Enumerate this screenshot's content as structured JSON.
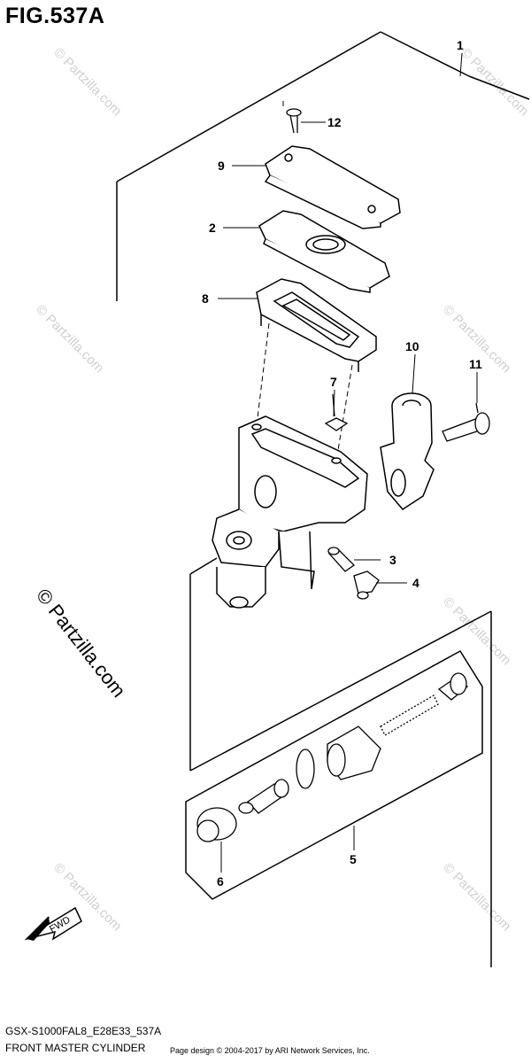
{
  "figure": {
    "title": "FIG.537A",
    "diagram_code": "GSX-S1000FAL8_E28E33_537A",
    "diagram_name": "FRONT MASTER CYLINDER",
    "copyright": "Page design © 2004-2017 by ARI Network Services, Inc."
  },
  "watermark": {
    "text": "© Partzilla.com",
    "main_text": "© Partzilla.com"
  },
  "fwd_label": "FWD",
  "callouts": [
    {
      "id": "1",
      "label": "1"
    },
    {
      "id": "12",
      "label": "12"
    },
    {
      "id": "9",
      "label": "9"
    },
    {
      "id": "2",
      "label": "2"
    },
    {
      "id": "8",
      "label": "8"
    },
    {
      "id": "10",
      "label": "10"
    },
    {
      "id": "11",
      "label": "11"
    },
    {
      "id": "7",
      "label": "7"
    },
    {
      "id": "3",
      "label": "3"
    },
    {
      "id": "4",
      "label": "4"
    },
    {
      "id": "5",
      "label": "5"
    },
    {
      "id": "6",
      "label": "6"
    }
  ],
  "colors": {
    "line": "#000000",
    "watermark": "#cfcfcf",
    "background": "#ffffff"
  }
}
